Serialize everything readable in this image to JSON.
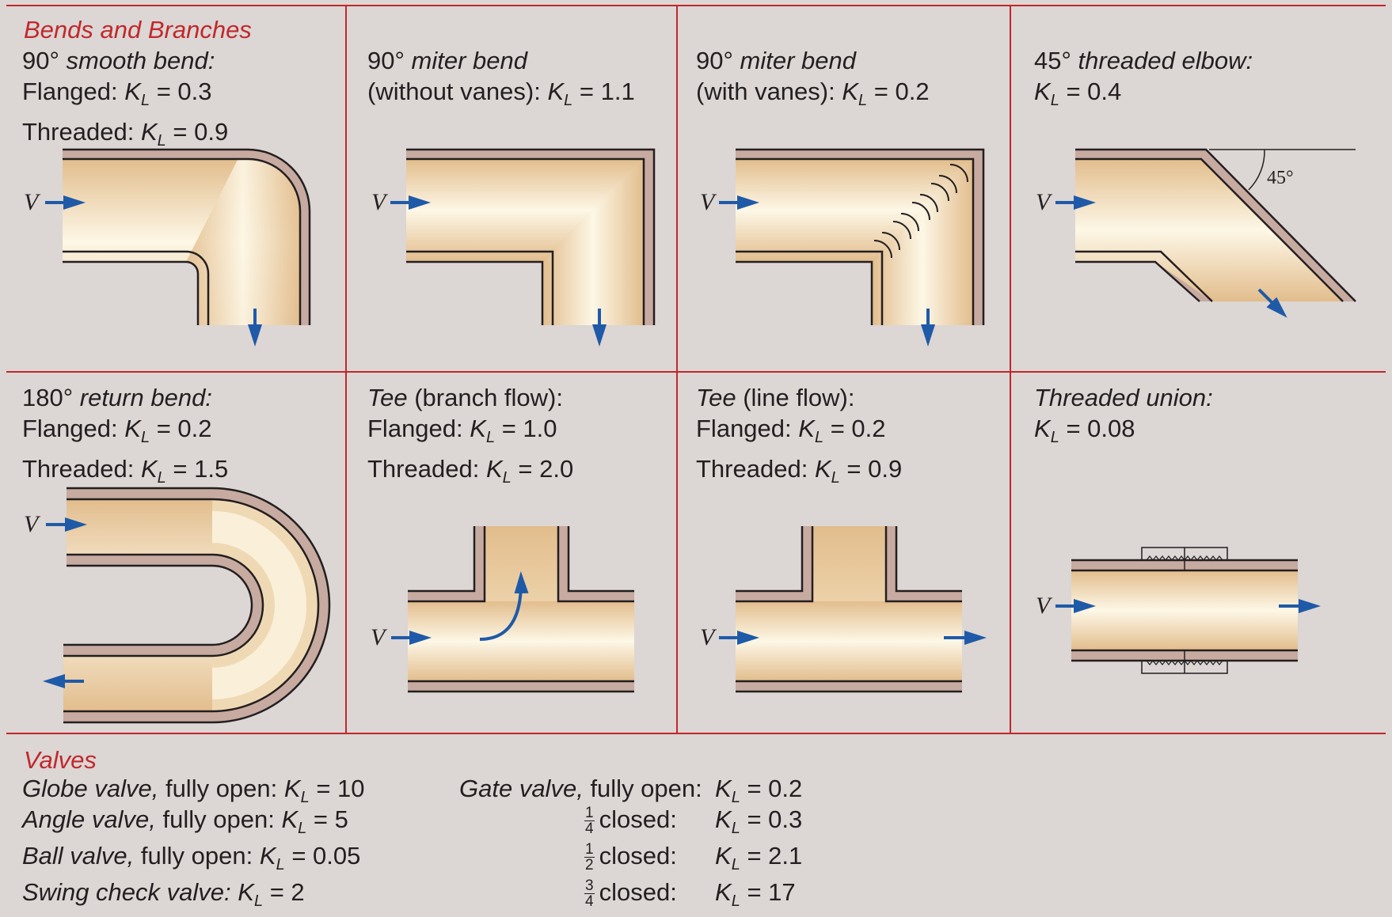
{
  "sections": {
    "bends_title": "Bends and Branches",
    "valves_title": "Valves"
  },
  "symbols": {
    "K": "K",
    "L": "L",
    "V": "V",
    "angle": "45°"
  },
  "bends": [
    {
      "id": "smooth-bend",
      "title_plain": "90°",
      "title_italic": "smooth bend:",
      "rows": [
        {
          "label": "Flanged:",
          "value": "= 0.3"
        },
        {
          "label": "Threaded:",
          "value": "= 0.9"
        }
      ]
    },
    {
      "id": "miter-bend-without-vanes",
      "title_plain": "90°",
      "title_italic": "miter bend",
      "line2": "(without vanes):",
      "value": "= 1.1"
    },
    {
      "id": "miter-bend-with-vanes",
      "title_plain": "90°",
      "title_italic": "miter bend",
      "line2": "(with vanes):",
      "value": "= 0.2"
    },
    {
      "id": "threaded-elbow",
      "title_plain": "45°",
      "title_italic": "threaded elbow:",
      "value": "= 0.4"
    },
    {
      "id": "return-bend",
      "title_plain": "180°",
      "title_italic": "return bend:",
      "rows": [
        {
          "label": "Flanged:",
          "value": "= 0.2"
        },
        {
          "label": "Threaded:",
          "value": "= 1.5"
        }
      ]
    },
    {
      "id": "tee-branch-flow",
      "title_italic": "Tee",
      "title_plain": "(branch flow):",
      "rows": [
        {
          "label": "Flanged:",
          "value": "= 1.0"
        },
        {
          "label": "Threaded:",
          "value": "= 2.0"
        }
      ]
    },
    {
      "id": "tee-line-flow",
      "title_italic": "Tee",
      "title_plain": "(line flow):",
      "rows": [
        {
          "label": "Flanged:",
          "value": "= 0.2"
        },
        {
          "label": "Threaded:",
          "value": "= 0.9"
        }
      ]
    },
    {
      "id": "threaded-union",
      "title_italic": "Threaded union:",
      "value": "= 0.08"
    }
  ],
  "valves_left": [
    {
      "name": "Globe valve,",
      "state": "fully open:",
      "value": "= 10"
    },
    {
      "name": "Angle valve,",
      "state": "fully open:",
      "value": "= 5"
    },
    {
      "name": "Ball valve,",
      "state": "fully open:",
      "value": "= 0.05"
    },
    {
      "name": "Swing check valve:",
      "state": "",
      "value": "= 2"
    }
  ],
  "gate_valve": {
    "name": "Gate valve,",
    "state": "fully open:",
    "value": "= 0.2",
    "rows": [
      {
        "num": "1",
        "den": "4",
        "label": "closed:",
        "value": "= 0.3"
      },
      {
        "num": "1",
        "den": "2",
        "label": "closed:",
        "value": "= 2.1"
      },
      {
        "num": "3",
        "den": "4",
        "label": "closed:",
        "value": "= 17"
      }
    ]
  },
  "colors": {
    "border": "#c0282c",
    "background": "#dcd6d4",
    "pipe_wall": "#c7aaa0",
    "pipe_fill": "#e6c59a",
    "pipe_center": "#fdf7e6",
    "arrow": "#1f5aa8"
  }
}
